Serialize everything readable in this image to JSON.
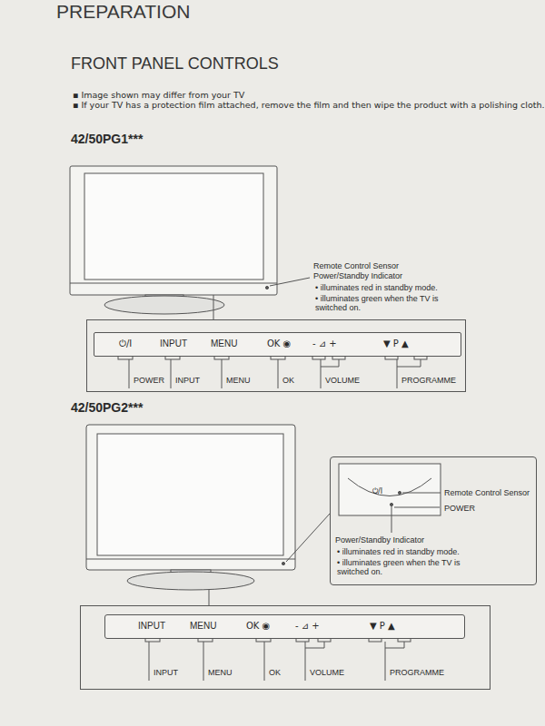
{
  "diagram": {
    "title": "FRONT PANEL CONTROLS",
    "nodes": [
      {
        "text": [
          "POWER",
          "INPUT",
          "MENU",
          "OK",
          "VOLUME",
          "PROGRAMME"
        ]
      },
      {
        "text": [
          "⏻/I",
          "INPUT",
          "MENU",
          "OK ◉",
          "- ⊿ +",
          "▼ P ▲"
        ],
        "in": 0
      },
      {
        "text": [
          "⏻/I",
          "Remote Control Sensor",
          "POWER",
          "Power/Standby Indicator",
          "• illuminates red in standby mode.",
          "• illuminates green when the TV is switched on."
        ]
      },
      {
        "text": [
          "INPUT",
          "MENU",
          "OK",
          "VOLUME",
          "PROGRAMME"
        ]
      },
      {
        "text": [
          "INPUT",
          "MENU",
          "OK ◉",
          "- ⊿ +",
          "▼ P ▲"
        ],
        "in": 3
      }
    ],
    "labels": [
      "PREPARATION",
      "▪ Image shown may differ from your TV",
      "▪ If your TV has a protection film attached, remove the film and then wipe the product with a polishing cloth.",
      "42/50PG1***",
      "Remote Control Sensor",
      "Power/Standby Indicator",
      "• illuminates red in standby mode.",
      "• illuminates green when the TV is switched on.",
      "42/50PG2***"
    ]
  }
}
